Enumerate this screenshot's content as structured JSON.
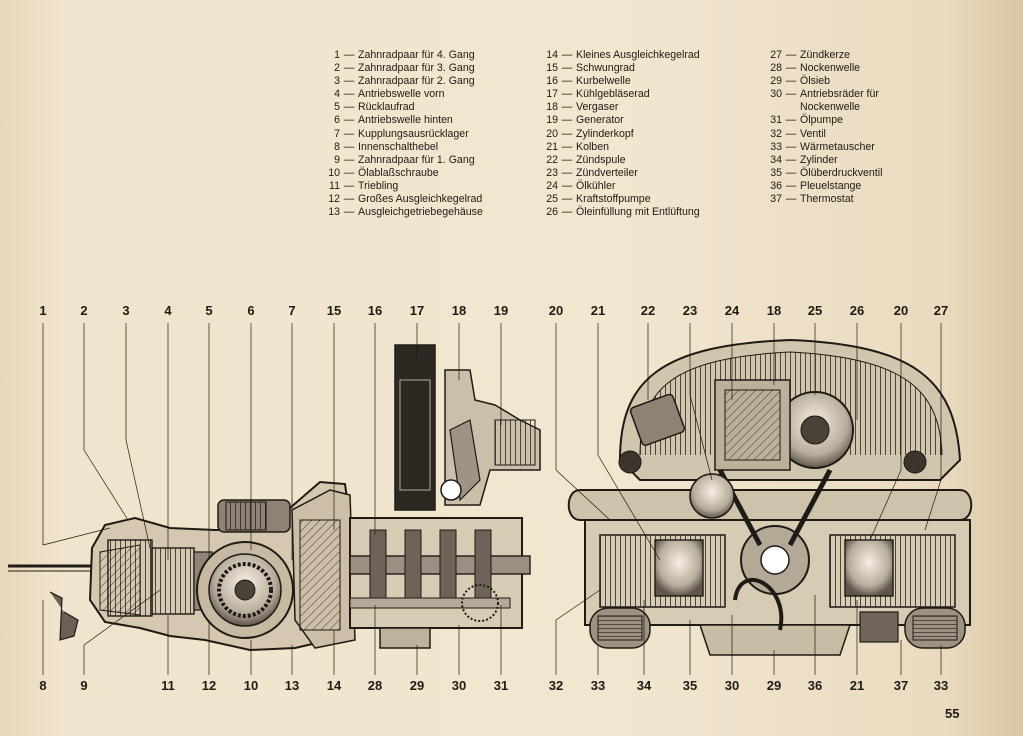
{
  "legend": {
    "col1": [
      {
        "num": "1",
        "text": "Zahnradpaar für 4. Gang"
      },
      {
        "num": "2",
        "text": "Zahnradpaar für 3. Gang"
      },
      {
        "num": "3",
        "text": "Zahnradpaar für 2. Gang"
      },
      {
        "num": "4",
        "text": "Antriebswelle vorn"
      },
      {
        "num": "5",
        "text": "Rücklaufrad"
      },
      {
        "num": "6",
        "text": "Antriebswelle hinten"
      },
      {
        "num": "7",
        "text": "Kupplungsausrücklager"
      },
      {
        "num": "8",
        "text": "Innenschalthebel"
      },
      {
        "num": "9",
        "text": "Zahnradpaar für 1. Gang"
      },
      {
        "num": "10",
        "text": "Ölablaßschraube"
      },
      {
        "num": "11",
        "text": "Triebling"
      },
      {
        "num": "12",
        "text": "Großes Ausgleichkegelrad"
      },
      {
        "num": "13",
        "text": "Ausgleichgetriebegehäuse"
      }
    ],
    "col2": [
      {
        "num": "14",
        "text": "Kleines Ausgleichkegelrad"
      },
      {
        "num": "15",
        "text": "Schwungrad"
      },
      {
        "num": "16",
        "text": "Kurbelwelle"
      },
      {
        "num": "17",
        "text": "Kühlgebläserad"
      },
      {
        "num": "18",
        "text": "Vergaser"
      },
      {
        "num": "19",
        "text": "Generator"
      },
      {
        "num": "20",
        "text": "Zylinderkopf"
      },
      {
        "num": "21",
        "text": "Kolben"
      },
      {
        "num": "22",
        "text": "Zündspule"
      },
      {
        "num": "23",
        "text": "Zündverteiler"
      },
      {
        "num": "24",
        "text": "Ölkühler"
      },
      {
        "num": "25",
        "text": "Kraftstoffpumpe"
      },
      {
        "num": "26",
        "text": "Öleinfüllung mit Entlüftung"
      }
    ],
    "col3": [
      {
        "num": "27",
        "text": "Zündkerze"
      },
      {
        "num": "28",
        "text": "Nockenwelle"
      },
      {
        "num": "29",
        "text": "Ölsieb"
      },
      {
        "num": "30",
        "text": "Antriebsräder für"
      },
      {
        "num": "",
        "text": "Nockenwelle"
      },
      {
        "num": "31",
        "text": "Ölpumpe"
      },
      {
        "num": "32",
        "text": "Ventil"
      },
      {
        "num": "33",
        "text": "Wärmetauscher"
      },
      {
        "num": "34",
        "text": "Zylinder"
      },
      {
        "num": "35",
        "text": "Ölüberdruckventil"
      },
      {
        "num": "36",
        "text": "Pleuelstange"
      },
      {
        "num": "37",
        "text": "Thermostat"
      }
    ]
  },
  "callouts": {
    "top": [
      "1",
      "2",
      "3",
      "4",
      "5",
      "6",
      "7",
      "15",
      "16",
      "17",
      "18",
      "19",
      "20",
      "21",
      "22",
      "23",
      "24",
      "18",
      "25",
      "26",
      "20",
      "27"
    ],
    "bottom": [
      "8",
      "9",
      "11",
      "12",
      "10",
      "13",
      "14",
      "28",
      "29",
      "30",
      "31",
      "32",
      "33",
      "34",
      "35",
      "30",
      "29",
      "36",
      "21",
      "37",
      "33"
    ]
  },
  "page_number": "55",
  "colors": {
    "ink": "#1e1a16",
    "paper": "#efe2ca"
  }
}
